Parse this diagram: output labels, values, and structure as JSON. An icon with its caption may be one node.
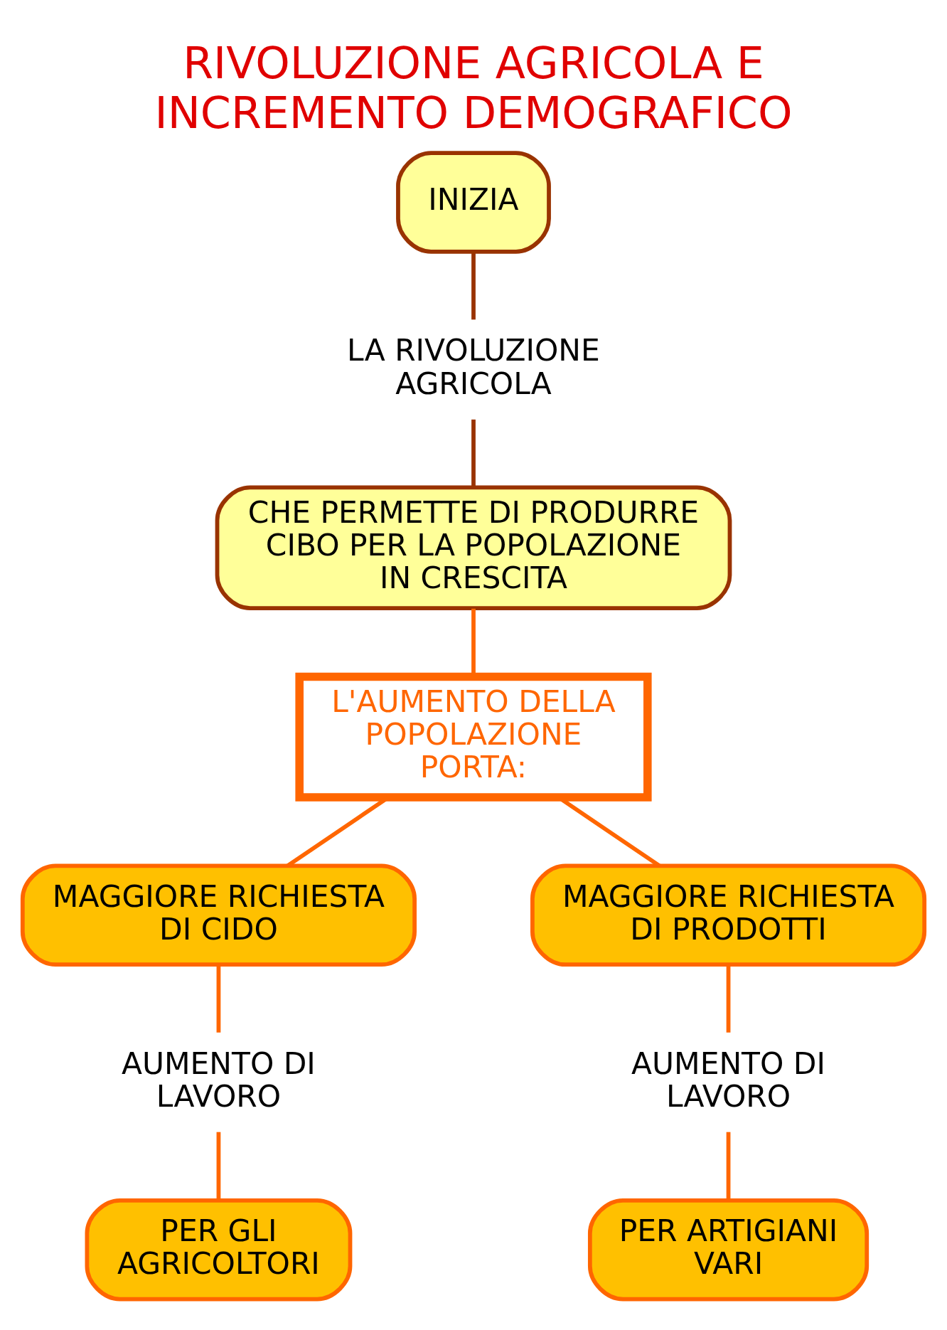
{
  "diagram": {
    "title": "RIVOLUZIONE AGRICOLA E INCREMENTO DEMOGRAFICO",
    "nodes": [
      {
        "text": [
          "INIZIA"
        ]
      },
      {
        "text": [
          "LA RIVOLUZIONE AGRICOLA"
        ]
      },
      {
        "text": [
          "CHE PERMETTE DI PRODURRE CIBO PER LA POPOLAZIONE IN CRESCITA"
        ]
      },
      {
        "text": [
          "L'AUMENTO DELLA POPOLAZIONE PORTA:"
        ]
      },
      {
        "text": [
          "MAGGIORE RICHIESTA DI CIDO"
        ]
      },
      {
        "text": [
          "AUMENTO DI LAVORO"
        ]
      },
      {
        "text": [
          "PER GLI AGRICOLTORI"
        ]
      },
      {
        "text": [
          "MAGGIORE RICHIESTA DI PRODOTTI"
        ]
      },
      {
        "text": [
          "AUMENTO DI LAVORO"
        ]
      },
      {
        "text": [
          "PER ARTIGIANI VARI"
        ]
      }
    ],
    "edges": [
      {
        "from": 0,
        "to": 1,
        "arrow": "none",
        "color": "#993300"
      },
      {
        "from": 1,
        "to": 2,
        "arrow": "none",
        "color": "#993300"
      },
      {
        "from": 2,
        "to": 3,
        "arrow": "none"
      },
      {
        "from": 3,
        "to": 4,
        "arrow": "none"
      },
      {
        "from": 3,
        "to": 7,
        "arrow": "none"
      },
      {
        "from": 4,
        "to": 5,
        "arrow": "none"
      },
      {
        "from": 5,
        "to": 6,
        "arrow": "none"
      },
      {
        "from": 7,
        "to": 8,
        "arrow": "none"
      },
      {
        "from": 8,
        "to": 9,
        "arrow": "none"
      }
    ]
  }
}
